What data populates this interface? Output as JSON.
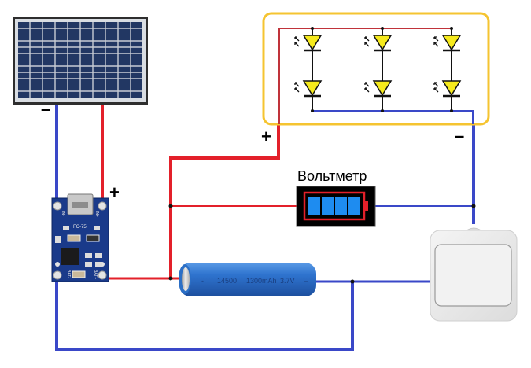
{
  "diagram": {
    "title": "Solar LED lamp circuit with TP4056 charger",
    "components": {
      "solar_panel": {
        "label": "",
        "minus_label": "–"
      },
      "charger_board": {
        "chip_label": "FC-75",
        "in_minus": "IN-",
        "in_plus": "IN+",
        "bat_minus": "BAT-",
        "bat_plus": "BAT+",
        "plus_label": "+"
      },
      "led_array": {
        "rows": 2,
        "columns": 3,
        "plus_label": "+",
        "minus_label": "–"
      },
      "voltmeter": {
        "label": "Вольтметр",
        "segments": 4
      },
      "battery": {
        "minus_mark": "-",
        "model": "14500",
        "capacity": "1300mAh",
        "voltage": "3.7V",
        "plus_mark": "–"
      },
      "switch": {
        "label": ""
      }
    },
    "colors": {
      "positive_wire": "#e3202a",
      "negative_wire": "#3a48c8",
      "led_frame": "#f5c431",
      "led_fill": "#f6ea1c",
      "battery_body": "#2b6fc6",
      "voltmeter_bg": "#000000",
      "voltmeter_cells": "#1e8cf0",
      "voltmeter_outline": "#e3202a"
    }
  }
}
